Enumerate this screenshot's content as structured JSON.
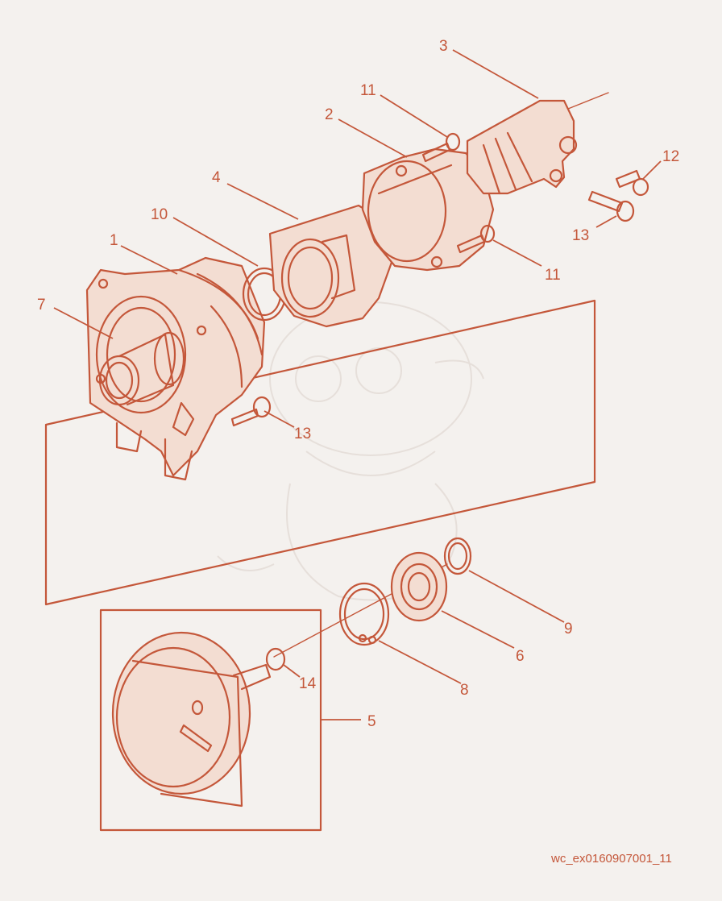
{
  "callouts": [
    {
      "id": "1",
      "label": "1"
    },
    {
      "id": "2",
      "label": "2"
    },
    {
      "id": "3",
      "label": "3"
    },
    {
      "id": "4",
      "label": "4"
    },
    {
      "id": "5",
      "label": "5"
    },
    {
      "id": "6",
      "label": "6"
    },
    {
      "id": "7",
      "label": "7"
    },
    {
      "id": "8",
      "label": "8"
    },
    {
      "id": "9",
      "label": "9"
    },
    {
      "id": "10",
      "label": "10"
    },
    {
      "id": "11a",
      "label": "11"
    },
    {
      "id": "11b",
      "label": "11"
    },
    {
      "id": "12",
      "label": "12"
    },
    {
      "id": "13a",
      "label": "13"
    },
    {
      "id": "13b",
      "label": "13"
    },
    {
      "id": "14",
      "label": "14"
    }
  ],
  "reference_code": "wc_ex0160907001_11",
  "colors": {
    "line": "#c4573a",
    "background": "#f4f1ee"
  }
}
